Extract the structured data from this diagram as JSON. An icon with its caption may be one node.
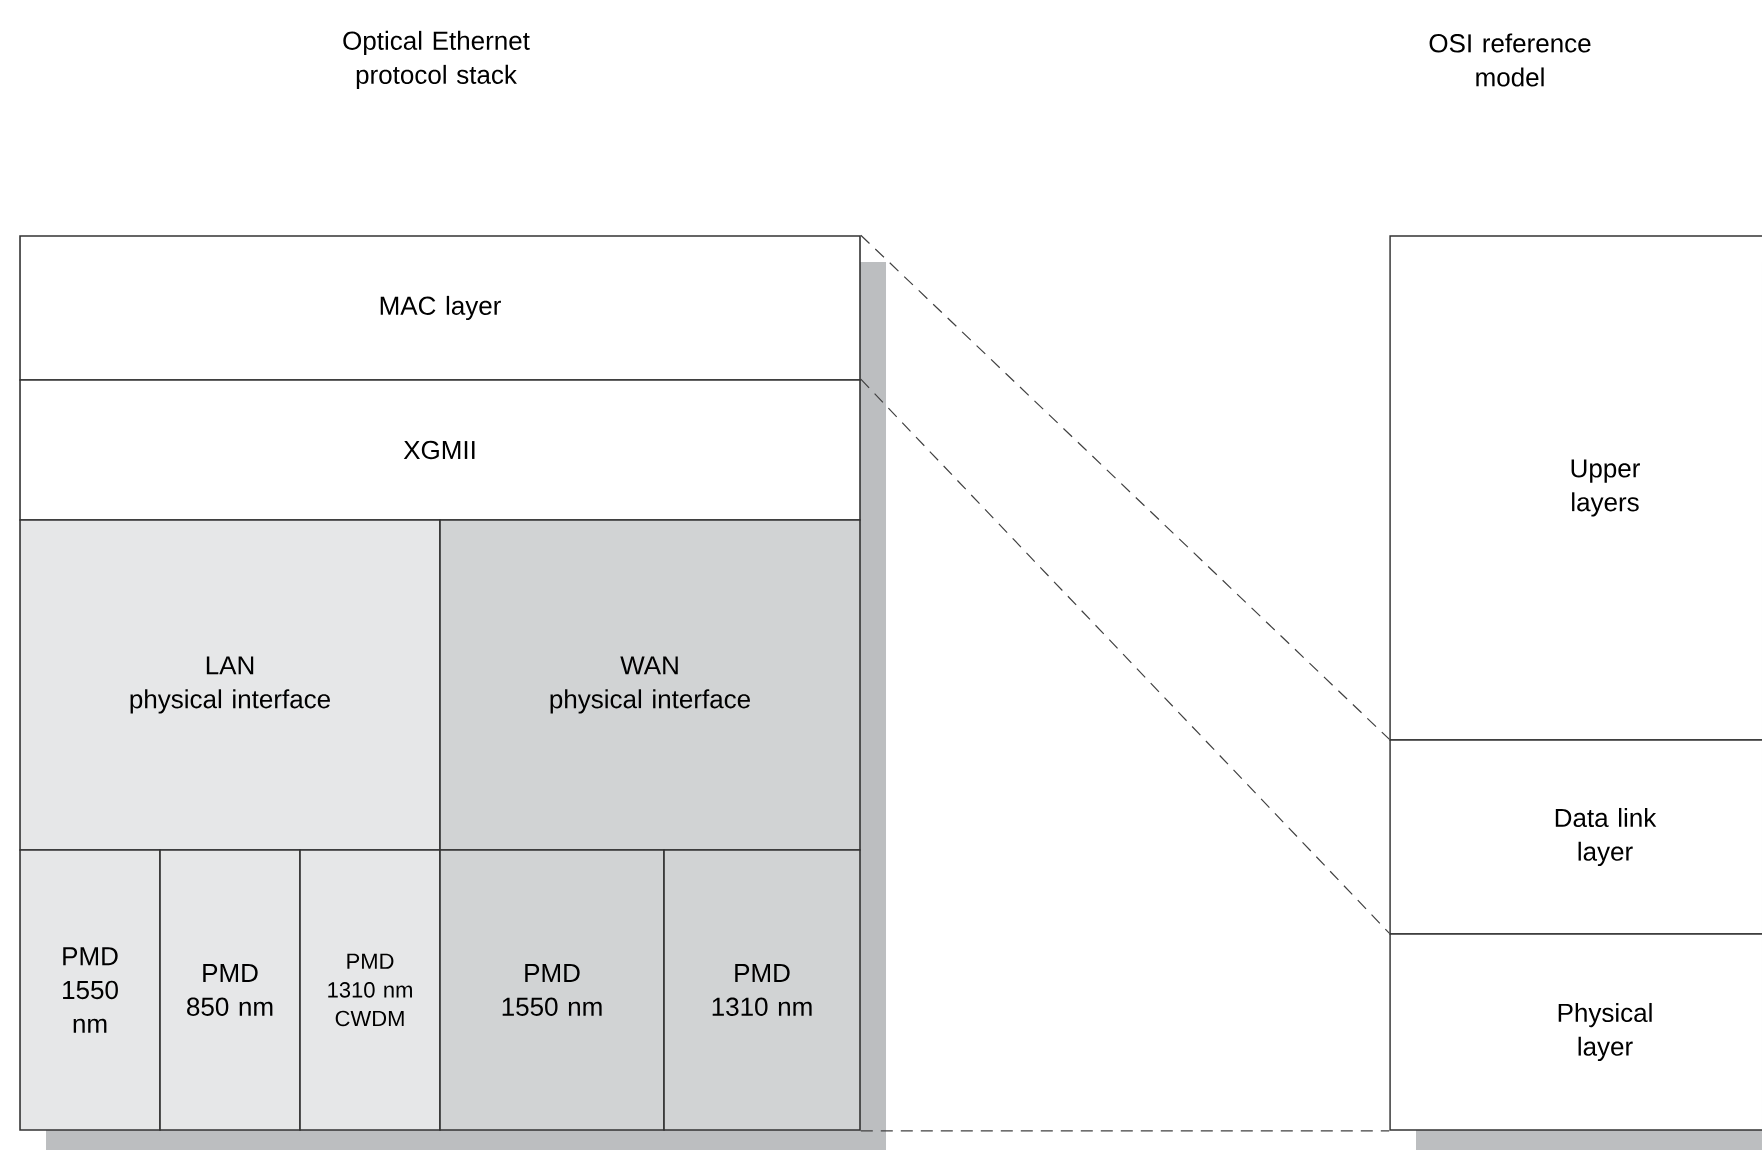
{
  "diagram": {
    "nodes": [
      {
        "text": [
          "MAC layer"
        ]
      },
      {
        "text": [
          "XGMII"
        ]
      },
      {
        "text": [
          "LAN",
          "physical interface"
        ]
      },
      {
        "text": [
          "WAN",
          "physical interface"
        ]
      },
      {
        "text": [
          "PMD 1550 nm"
        ]
      },
      {
        "text": [
          "PMD 850 nm"
        ]
      },
      {
        "text": [
          "PMD 1310 nm CWDM"
        ]
      },
      {
        "text": [
          "PMD 1550 nm"
        ]
      },
      {
        "text": [
          "PMD 1310 nm"
        ]
      },
      {
        "text": [
          "Upper layers"
        ]
      },
      {
        "text": [
          "Data link layer"
        ]
      },
      {
        "text": [
          "Physical layer"
        ]
      }
    ],
    "edges": [
      {
        "from": 0,
        "to": 10,
        "arrow": "none",
        "style": "dashed"
      },
      {
        "from": 1,
        "to": 11,
        "arrow": "none",
        "style": "dashed"
      },
      {
        "from": 8,
        "to": 11,
        "arrow": "none",
        "style": "dashed"
      }
    ],
    "labels": [
      "Optical Ethernet protocol stack",
      "OSI reference model"
    ]
  }
}
